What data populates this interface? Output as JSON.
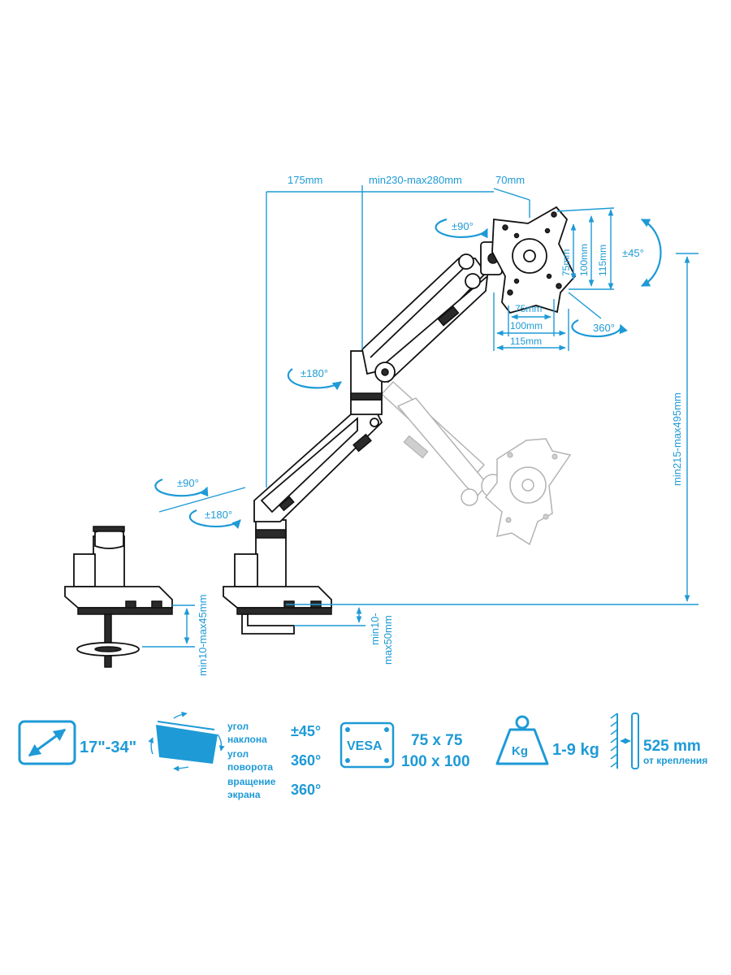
{
  "colors": {
    "accent": "#1e9ad6",
    "line": "#111111",
    "ghost": "#b3b3b3"
  },
  "dims": {
    "top_left": "175mm",
    "top_mid": "min230-max280mm",
    "top_right": "70mm",
    "vesa_h_75": "75mm",
    "vesa_h_100": "100mm",
    "vesa_h_115": "115mm",
    "vesa_v_75": "75mm",
    "vesa_v_100": "100mm",
    "vesa_v_115": "115mm",
    "height": "min215-max495mm",
    "clamp_left": "min10-max45mm",
    "clamp_right_1": "min10-",
    "clamp_right_2": "max50mm"
  },
  "rotations": {
    "head_90": "±90°",
    "tilt_45": "±45°",
    "rot_360": "360°",
    "elbow_180": "±180°",
    "base_90": "±90°",
    "base_180": "±180°"
  },
  "specs": {
    "screen_size": "17\"-34\"",
    "tilt_label_1": "угол",
    "tilt_label_2": "наклона",
    "tilt_value": "±45°",
    "swivel_label_1": "угол",
    "swivel_label_2": "поворота",
    "swivel_value": "360°",
    "rotate_label_1": "вращение",
    "rotate_label_2": "экрана",
    "rotate_value": "360°",
    "vesa_badge": "VESA",
    "vesa_1": "75 x 75",
    "vesa_2": "100 x 100",
    "weight_badge": "Kg",
    "weight": "1-9 kg",
    "distance": "525 mm",
    "distance_sub": "от крепления"
  },
  "icons": [
    "diagonal-arrow-icon",
    "screen-rotate-icon",
    "vesa-icon",
    "weight-icon",
    "wall-distance-icon"
  ]
}
